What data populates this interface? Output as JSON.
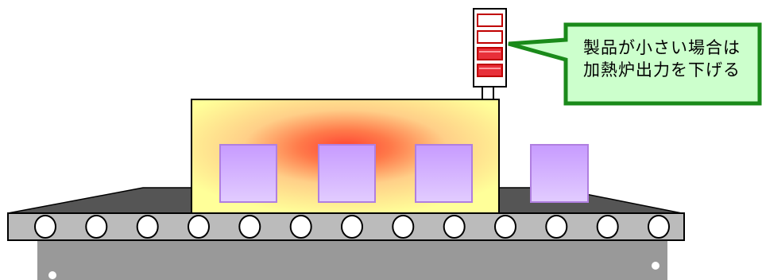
{
  "callout": {
    "line1": "製品が小さい場合は",
    "line2": "加熱炉出力を下げる"
  },
  "indicator": {
    "levels_total": 4,
    "levels_lit": 2,
    "lit_color": "#e8303a",
    "unlit_color": "#ffffff",
    "frame_color": "#c00000"
  },
  "colors": {
    "callout_border": "#1a8a1a",
    "callout_fill": "#ccffcc",
    "furnace_outer": "#ffff99",
    "furnace_core": "#ff4433",
    "product": "#cc99ff",
    "conveyor_belt": "#555555",
    "conveyor_rail": "#bbbbbb",
    "base": "#999999"
  },
  "scene": {
    "products_in_furnace": 3,
    "products_outside": 1,
    "rollers": 13
  }
}
